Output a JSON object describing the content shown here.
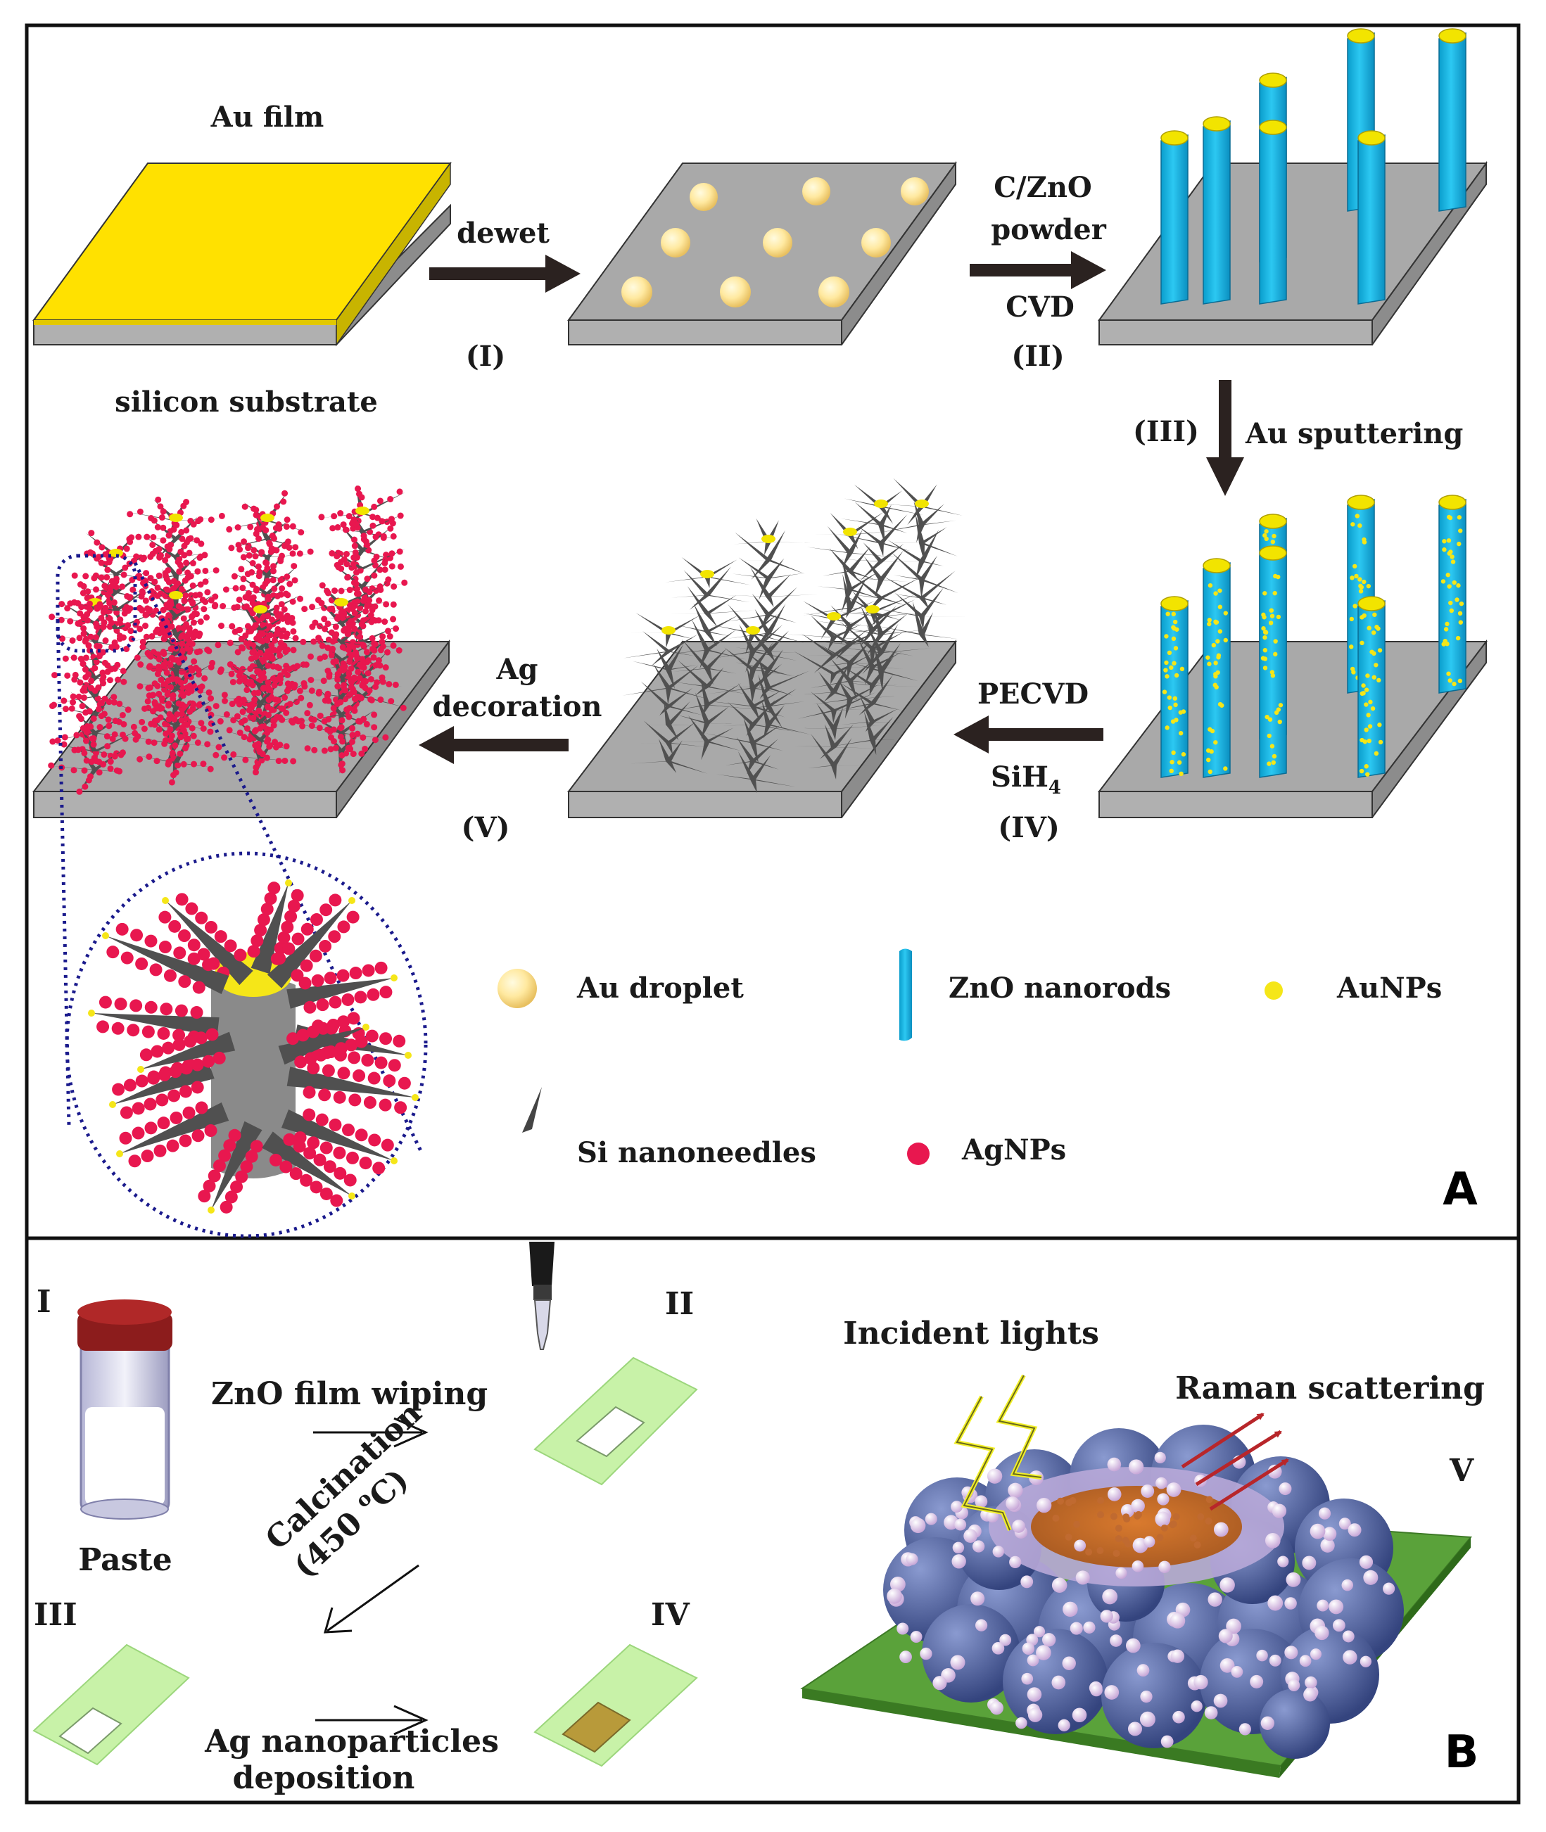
{
  "panel_a": {
    "letter": "A",
    "au_film": "Au film",
    "silicon_substrate": "silicon substrate",
    "steps": {
      "dewet": "dewet",
      "step1": "(I)",
      "czno_line1": "C/ZnO",
      "czno_line2": "powder",
      "cvd": "CVD",
      "step2": "(II)",
      "step3": "(III)",
      "au_sputtering": "Au sputtering",
      "pecvd": "PECVD",
      "sih4": "SiH",
      "sih4_sub": "4",
      "step4": "(IV)",
      "ag_line1": "Ag",
      "ag_line2": "decoration",
      "step5": "(V)"
    },
    "legend": {
      "au_droplet": "Au droplet",
      "zno_nanorods": "ZnO nanorods",
      "aunps": "AuNPs",
      "si_nanoneedles": "Si nanoneedles",
      "agnps": "AgNPs"
    }
  },
  "panel_b": {
    "letter": "B",
    "label_i": "I",
    "label_ii": "II",
    "label_iii": "III",
    "label_iv": "IV",
    "label_v": "V",
    "paste": "Paste",
    "zno_wiping": "ZnO film wiping",
    "calcination": "Calcination",
    "calc_temp_pre": "(450 ",
    "calc_temp_deg": "o",
    "calc_temp_post": "C)",
    "ag_dep_line1": "Ag nanoparticles",
    "ag_dep_line2": "deposition",
    "incident": "Incident lights",
    "raman": "Raman scattering"
  },
  "colors": {
    "gold_film": "#ffe100",
    "substrate": "#a8a8a8",
    "zno_blue": "#12b4e6",
    "agnp_red": "#e8174f",
    "needle_gray": "#505050",
    "frame_blue": "#1a1a8c",
    "glass_green": "#c8f2a8",
    "sers_green": "#5aa23a",
    "raman_red": "#c0282a",
    "bolt_yellow": "#f2f02a"
  },
  "icons": [
    "arrow-right-icon",
    "arrow-down-icon",
    "arrow-left-icon",
    "dropper-icon",
    "vial-icon",
    "lightning-icon"
  ]
}
